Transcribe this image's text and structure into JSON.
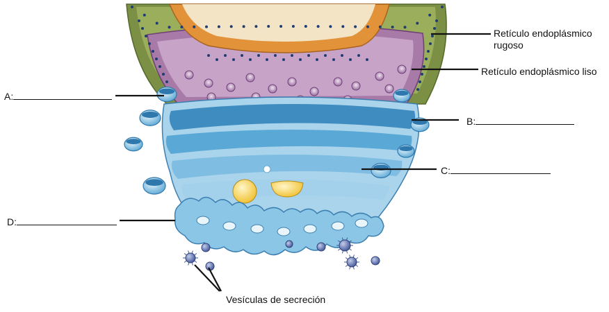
{
  "diagram": {
    "labels": {
      "rer": "Retículo endoplásmico rugoso",
      "rel": "Retículo endoplásmico liso",
      "a": "A:",
      "b": "B:",
      "c": "C:",
      "d": "D:",
      "vesicles": "Vesículas de secreción"
    },
    "colors": {
      "nucleus": "#f3e4c6",
      "nuclear_envelope": "#e2933a",
      "rer": "#7b8f45",
      "ribosome": "#1f3c73",
      "rel": "#a77aa8",
      "rel_vesicle": "#8e5c95",
      "golgi_light": "#a9d4ec",
      "golgi_mid": "#64acd6",
      "golgi_dark": "#2f78ad",
      "yellow_vesicle": "#f3cc45",
      "secretion_vesicle": "#5d74b3",
      "leader_line": "#111111"
    }
  }
}
